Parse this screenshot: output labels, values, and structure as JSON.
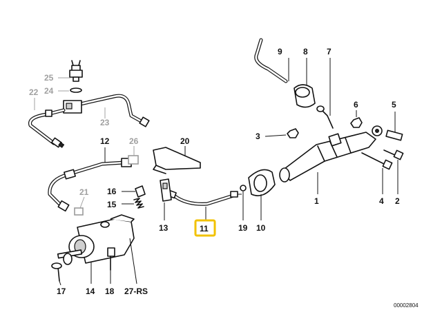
{
  "diagram": {
    "highlighted_part": "11",
    "highlight_color": "#f2c200",
    "reference_number": "00002804",
    "labels": {
      "p1": "1",
      "p2": "2",
      "p3": "3",
      "p4": "4",
      "p5": "5",
      "p6": "6",
      "p7": "7",
      "p8": "8",
      "p9": "9",
      "p10": "10",
      "p11": "11",
      "p12": "12",
      "p13": "13",
      "p14": "14",
      "p15": "15",
      "p16": "16",
      "p17": "17",
      "p18": "18",
      "p19": "19",
      "p20": "20",
      "p21": "21",
      "p22": "22",
      "p23": "23",
      "p24": "24",
      "p25": "25",
      "p26": "26",
      "p27": "27-RS"
    }
  }
}
